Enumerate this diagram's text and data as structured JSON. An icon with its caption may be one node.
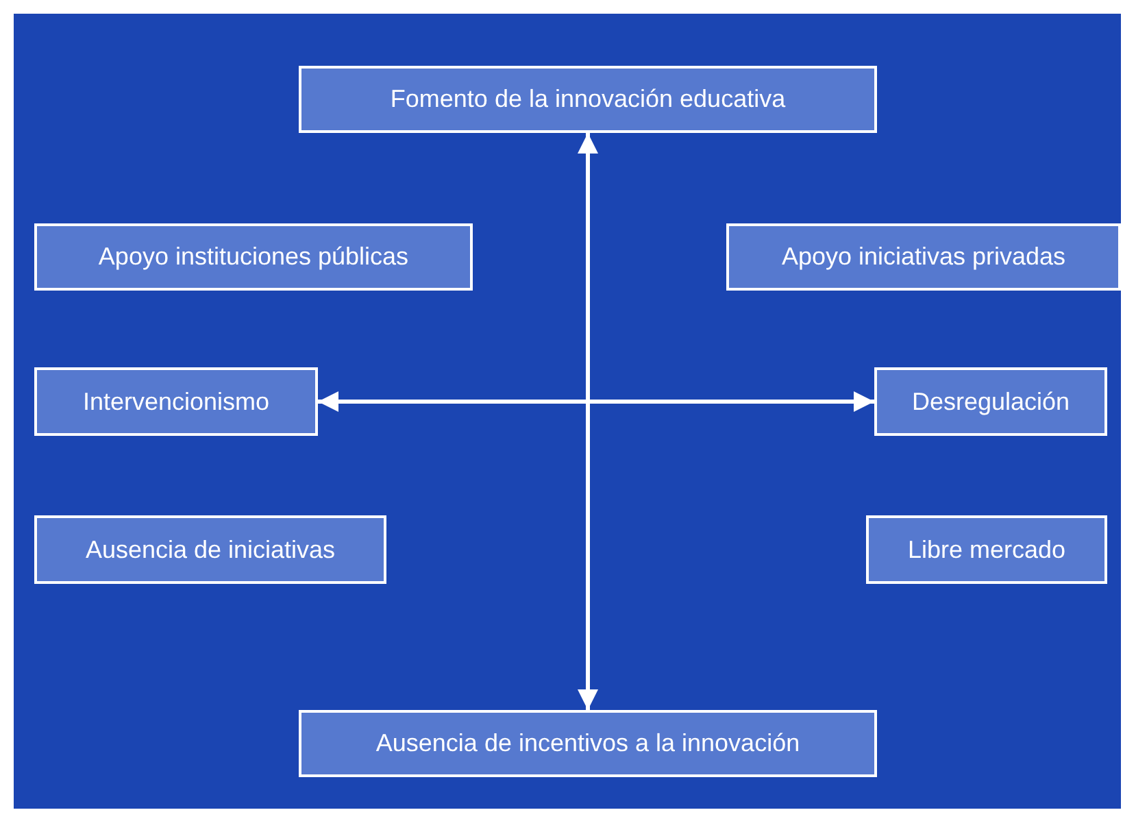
{
  "diagram": {
    "nodes": [
      {
        "text": [
          "Fomento de la innovación educativa"
        ]
      },
      {
        "text": [
          "Apoyo instituciones públicas"
        ]
      },
      {
        "text": [
          "Apoyo iniciativas privadas"
        ]
      },
      {
        "text": [
          "Intervencionismo"
        ]
      },
      {
        "text": [
          "Desregulación"
        ]
      },
      {
        "text": [
          "Ausencia de iniciativas"
        ]
      },
      {
        "text": [
          "Libre mercado"
        ]
      },
      {
        "text": [
          "Ausencia de incentivos a la innovación"
        ]
      }
    ],
    "edges": [
      {
        "from": 0,
        "to": 7,
        "arrow": "both"
      },
      {
        "from": 3,
        "to": 4,
        "arrow": "both"
      }
    ]
  }
}
